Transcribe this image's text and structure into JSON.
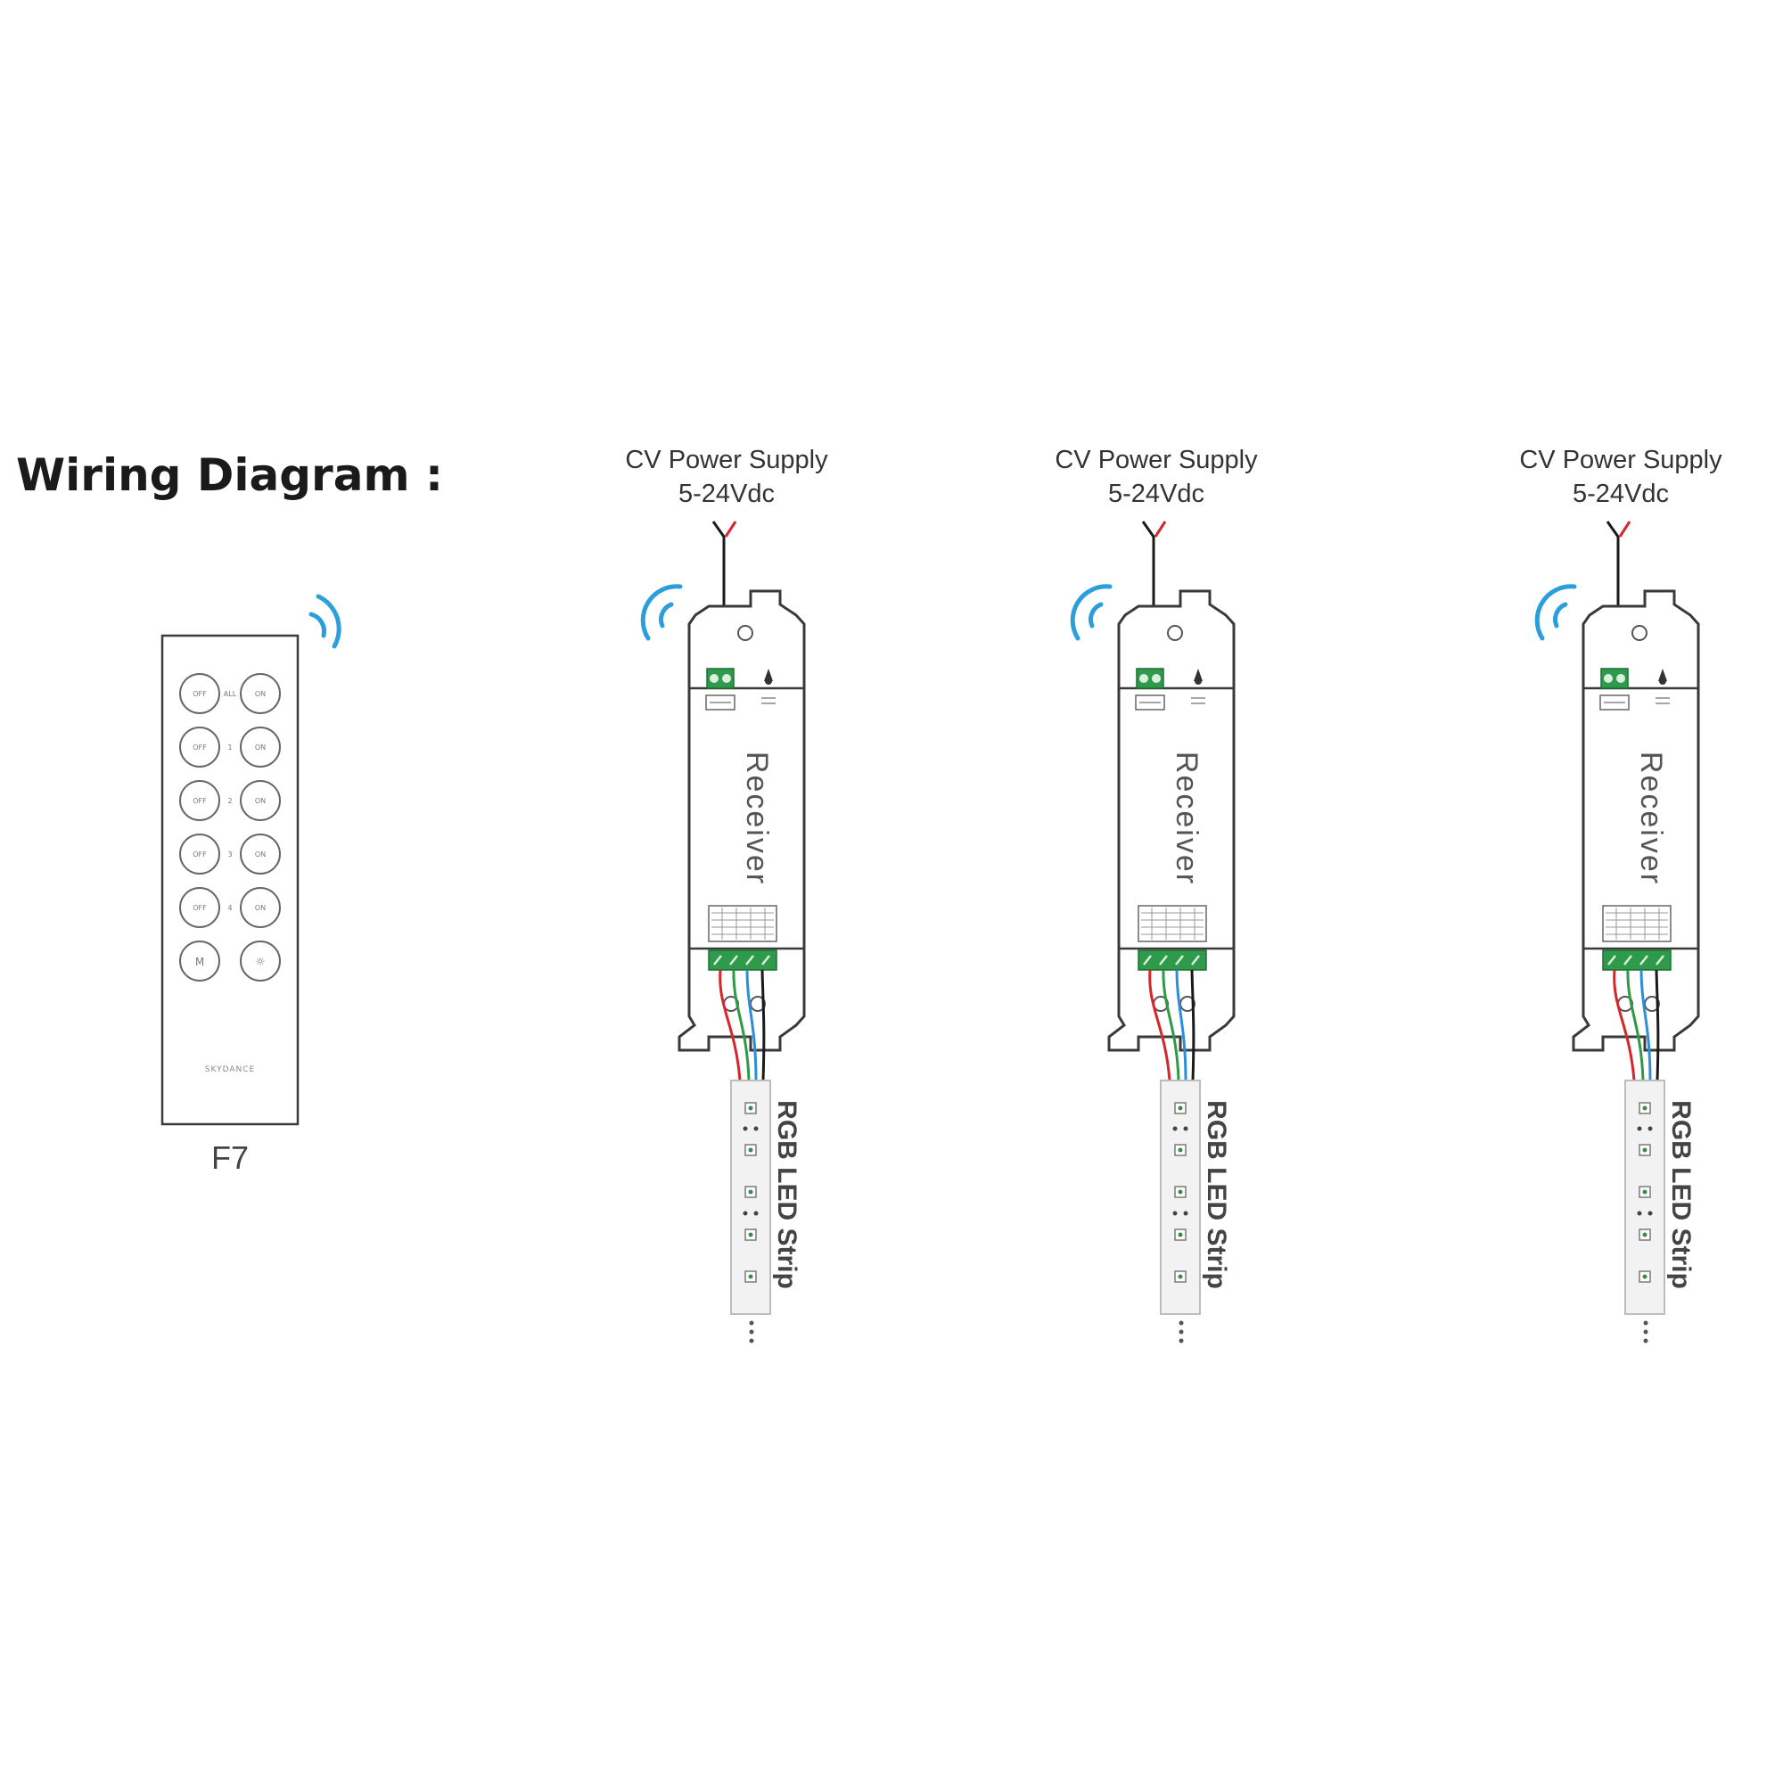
{
  "title": "Wiring Diagram :",
  "colors": {
    "signal": "#2a9fdc",
    "wire_red": "#d7262b",
    "wire_green": "#2e9a45",
    "wire_blue": "#2a8fd8",
    "terminal": "#2f9a4b",
    "outline": "#3a3a3a"
  },
  "remote": {
    "model": "F7",
    "brand": "SKYDANCE",
    "rows": [
      {
        "left": "OFF",
        "mid": "ALL",
        "right": "ON"
      },
      {
        "left": "OFF",
        "mid": "1",
        "right": "ON"
      },
      {
        "left": "OFF",
        "mid": "2",
        "right": "ON"
      },
      {
        "left": "OFF",
        "mid": "3",
        "right": "ON"
      },
      {
        "left": "OFF",
        "mid": "4",
        "right": "ON"
      }
    ],
    "last_row": {
      "left": "M",
      "right": "☼"
    }
  },
  "receivers": [
    {
      "psu_line1": "CV Power Supply",
      "psu_line2": "5-24Vdc",
      "label": "Receiver",
      "strip_label": "RGB LED Strip"
    },
    {
      "psu_line1": "CV Power Supply",
      "psu_line2": "5-24Vdc",
      "label": "Receiver",
      "strip_label": "RGB LED Strip"
    },
    {
      "psu_line1": "CV Power Supply",
      "psu_line2": "5-24Vdc",
      "label": "Receiver",
      "strip_label": "RGB LED Strip"
    }
  ]
}
